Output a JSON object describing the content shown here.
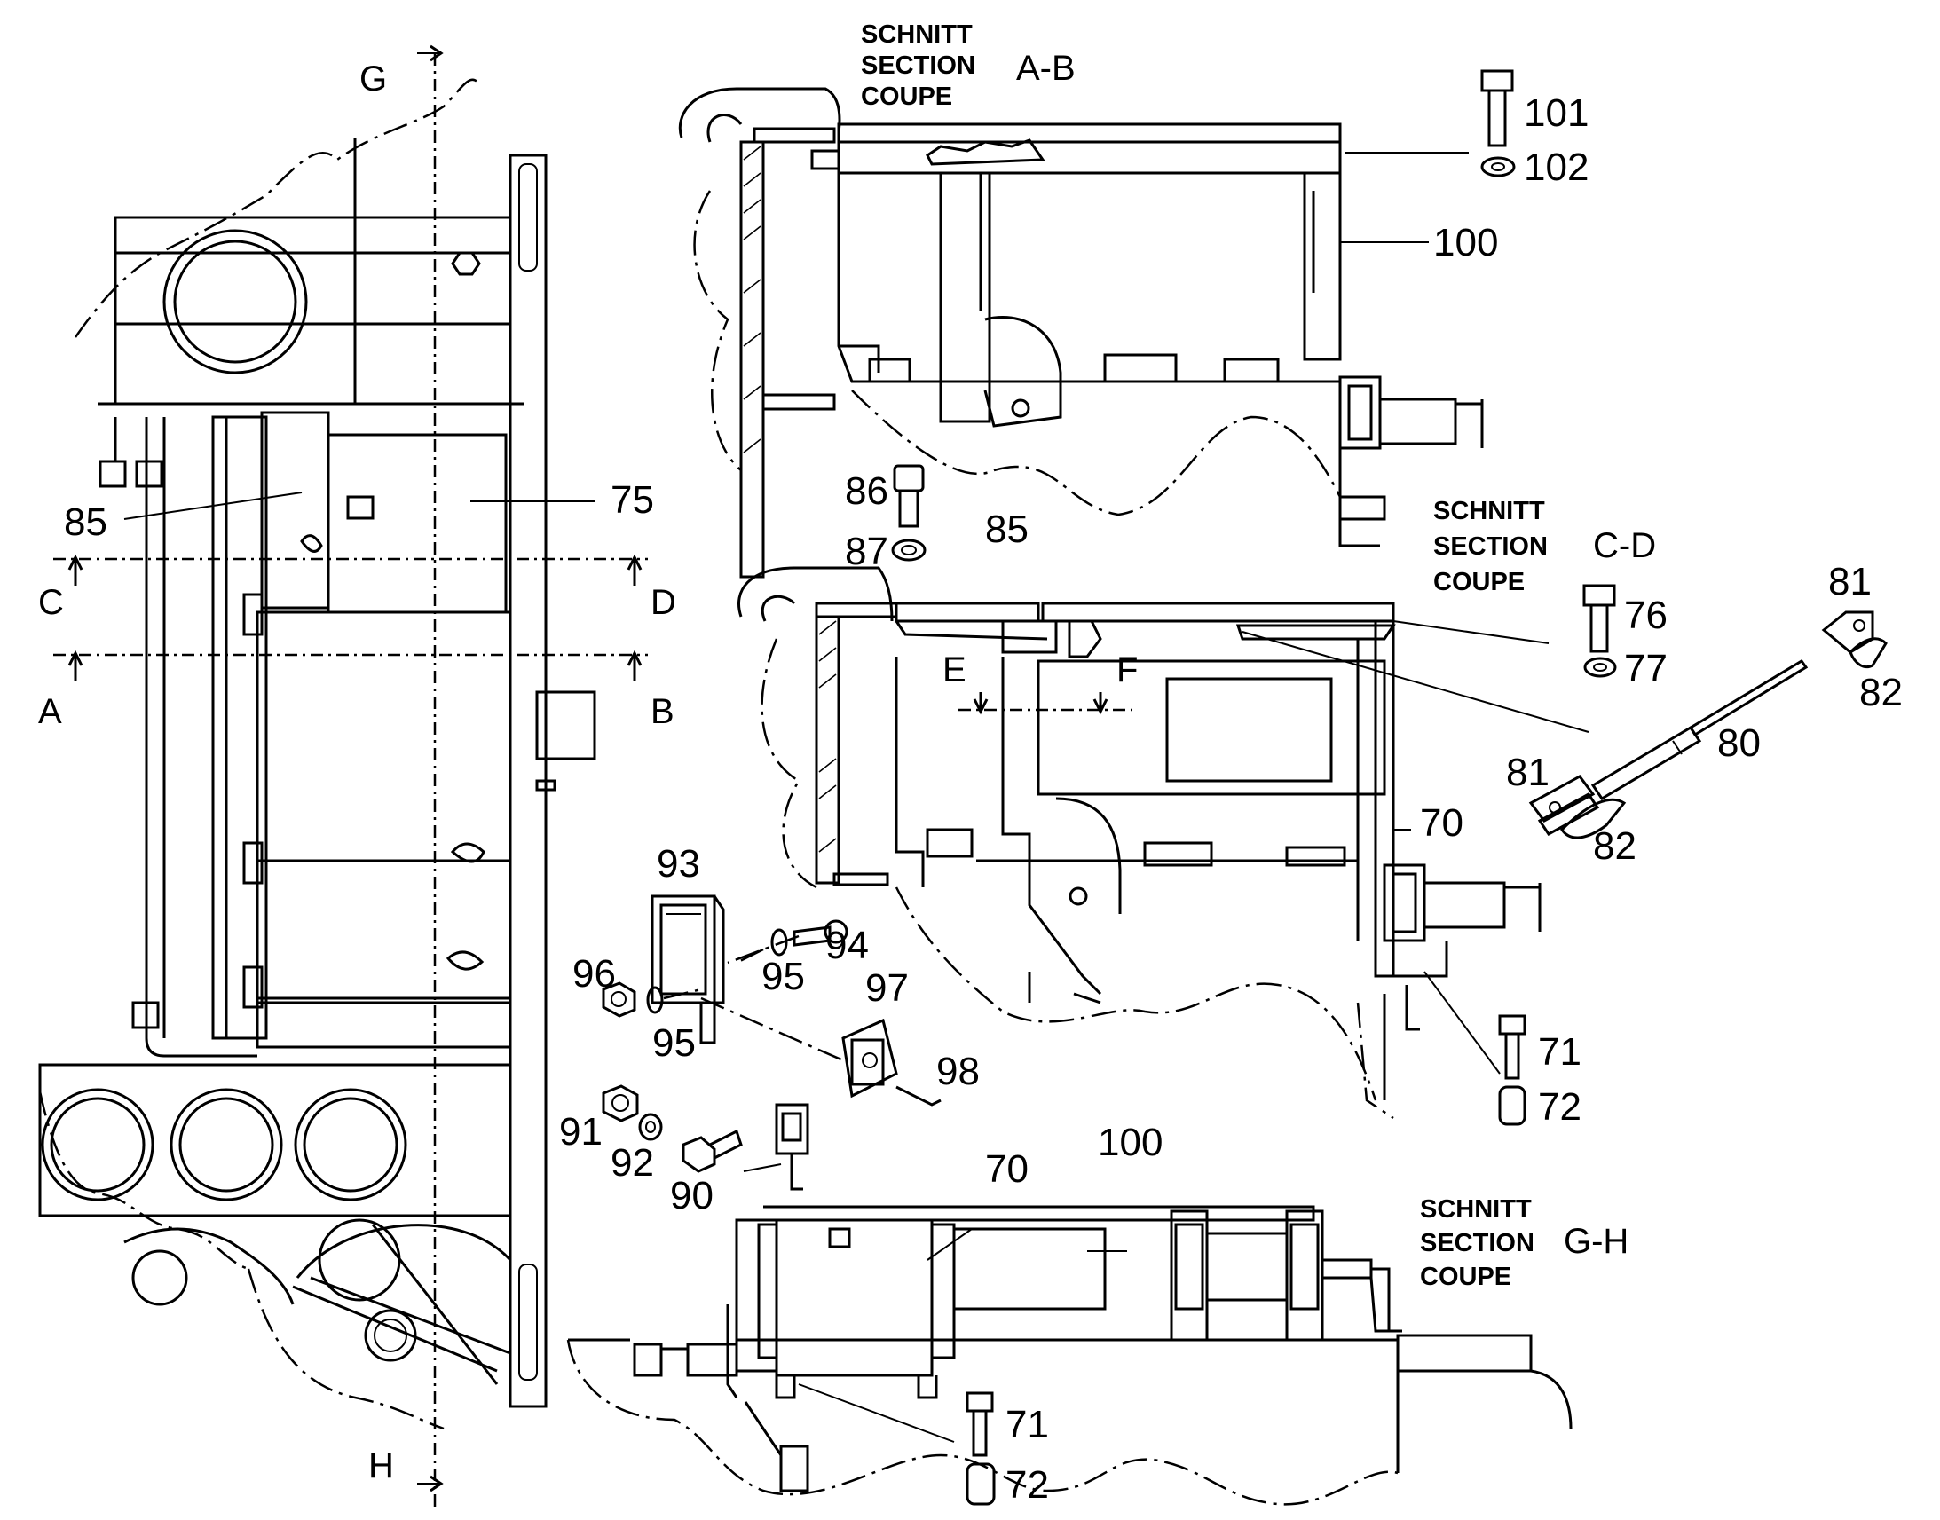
{
  "sections": [
    {
      "id": "A-B",
      "lines": [
        "SCHNITT",
        "SECTION",
        "COUPE"
      ]
    },
    {
      "id": "C-D",
      "lines": [
        "SCHNITT",
        "SECTION",
        "COUPE"
      ]
    },
    {
      "id": "G-H",
      "lines": [
        "SCHNITT",
        "SECTION",
        "COUPE"
      ]
    }
  ],
  "section_letters": [
    "G",
    "H",
    "C",
    "D",
    "A",
    "B",
    "E",
    "F"
  ],
  "callouts": {
    "left_view": [
      "85",
      "75"
    ],
    "section_ab": [
      "101",
      "102",
      "100",
      "86",
      "87"
    ],
    "section_cd": [
      "85",
      "76",
      "77",
      "81",
      "82",
      "80",
      "81",
      "82",
      "70",
      "71",
      "72"
    ],
    "hardware": [
      "93",
      "94",
      "95",
      "96",
      "95",
      "97",
      "98",
      "91",
      "92",
      "90"
    ],
    "section_gh": [
      "70",
      "100",
      "71",
      "72"
    ]
  }
}
